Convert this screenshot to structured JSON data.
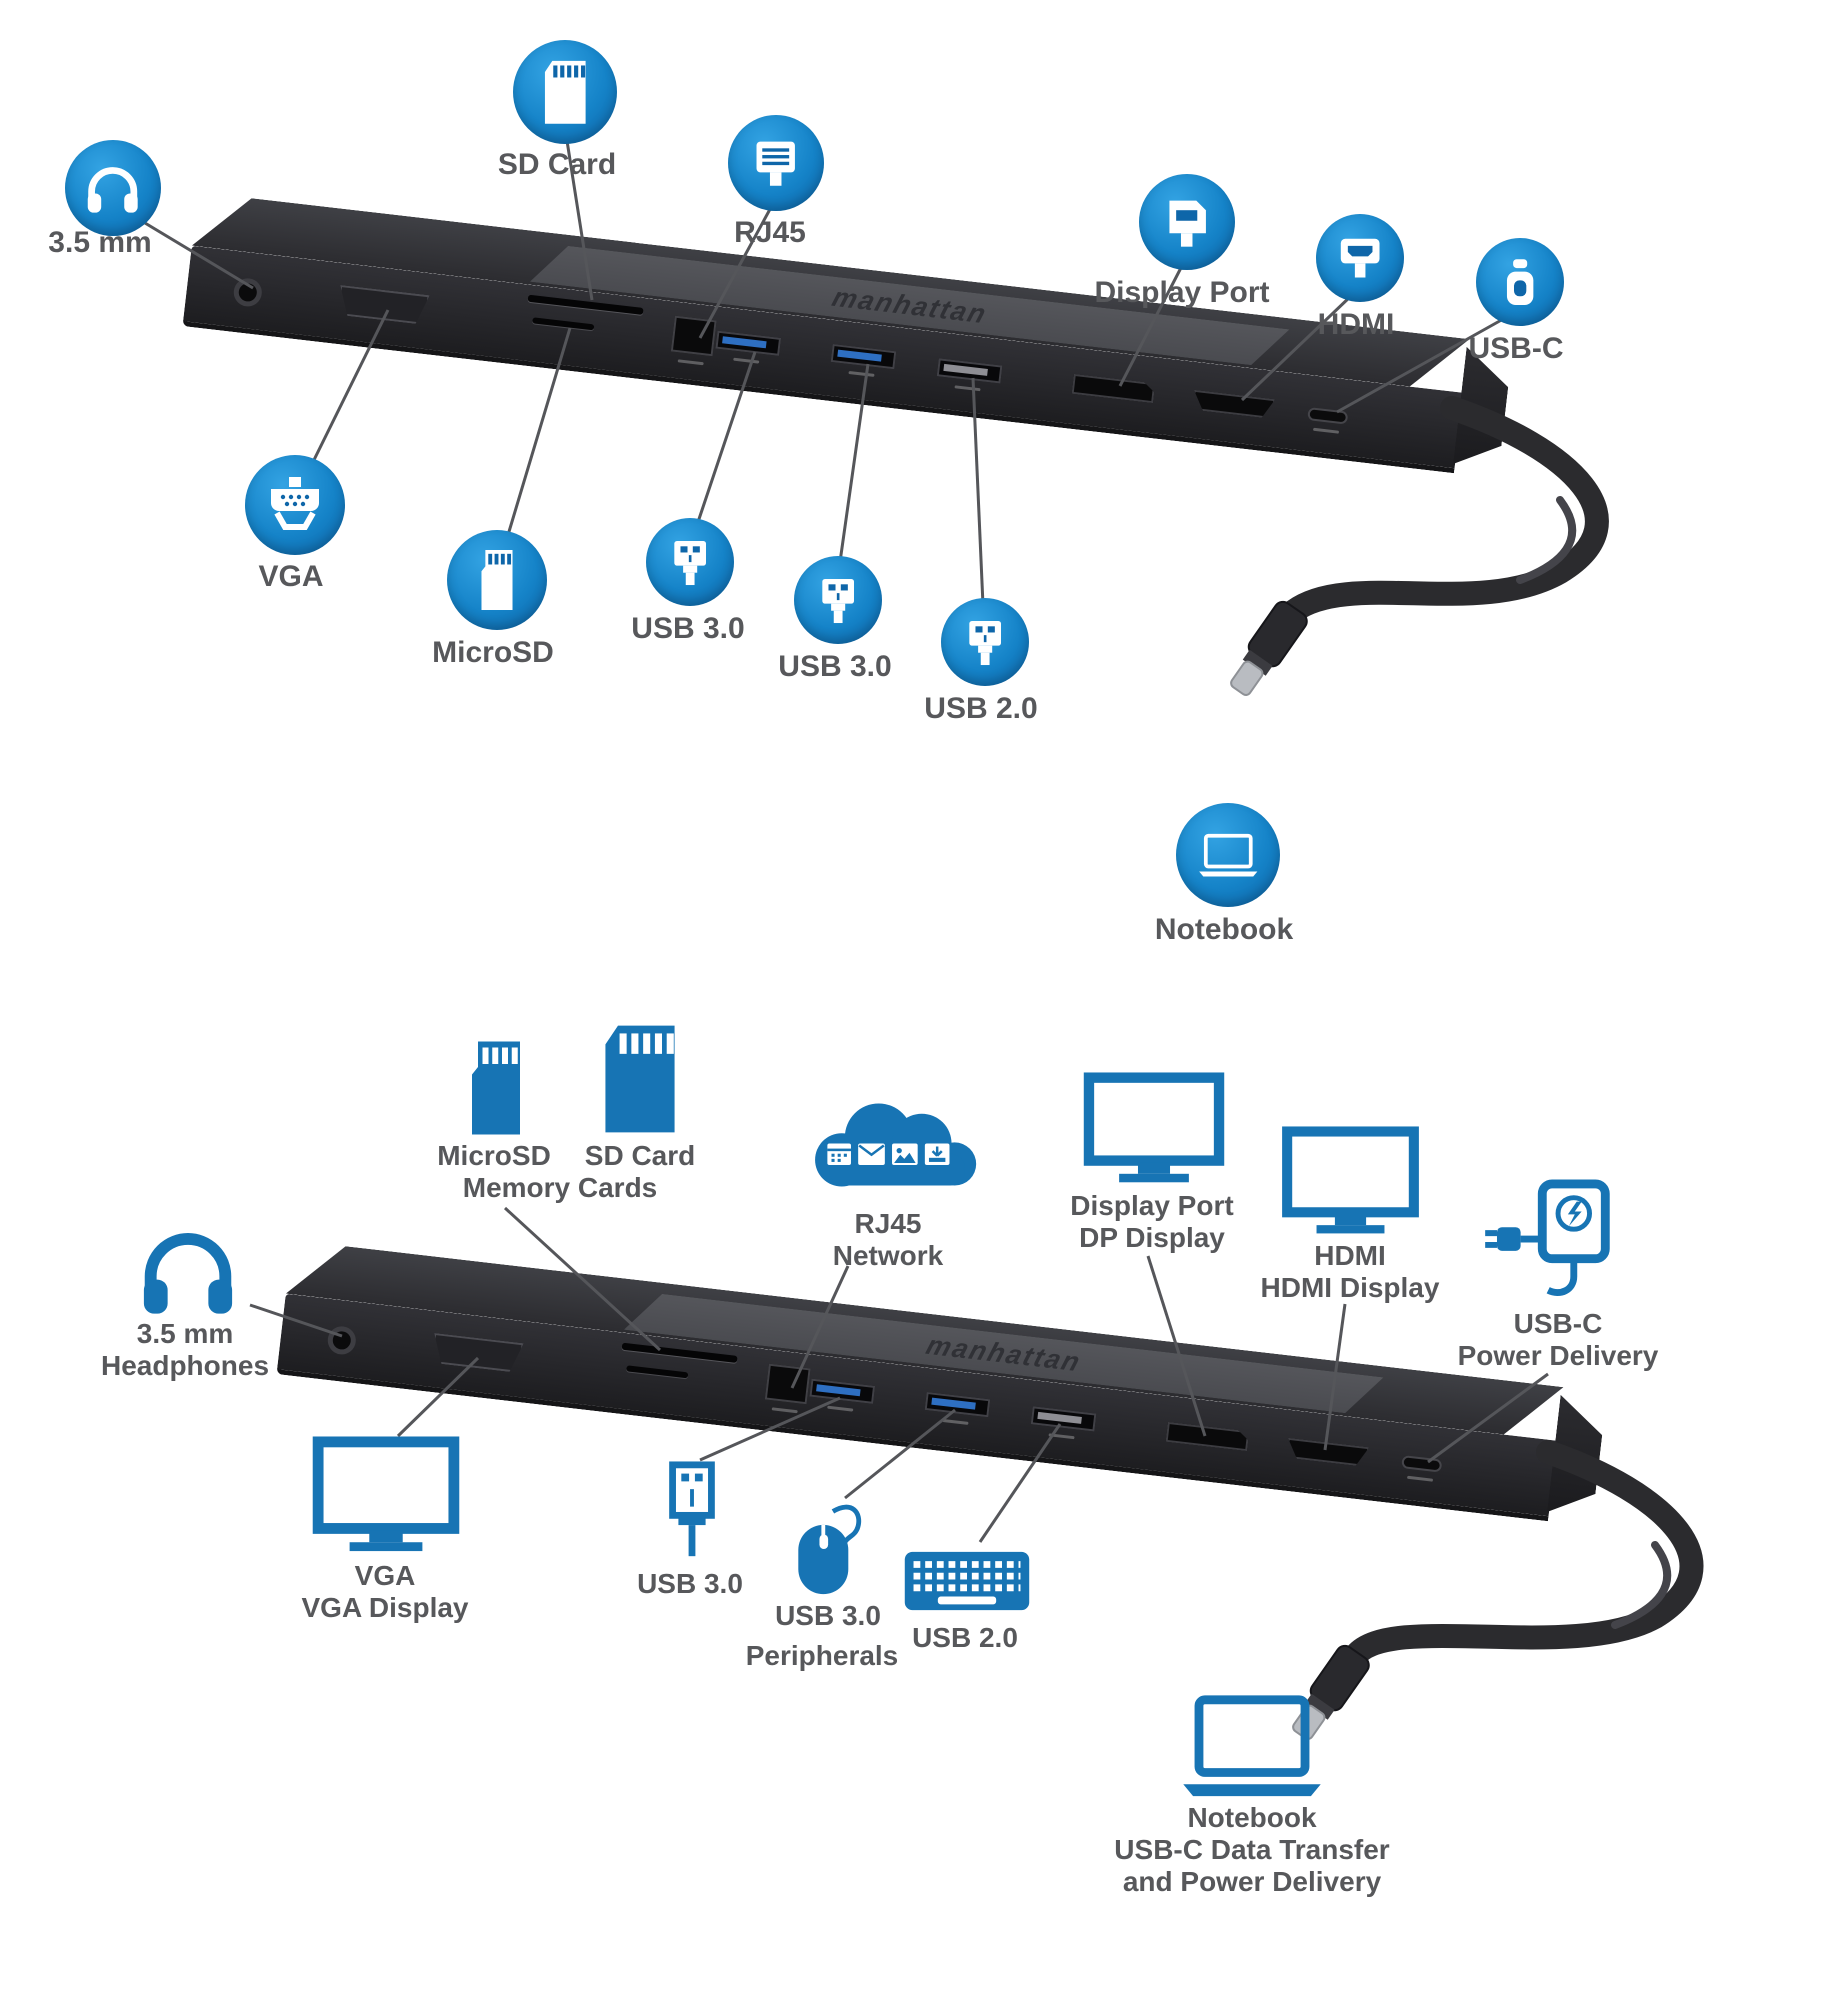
{
  "product": {
    "brand_logo": "manhattan"
  },
  "colors": {
    "badge_blue": "#1583c8",
    "icon_blue": "#1774b4",
    "label_gray": "#57585b",
    "dock_dark": "#2a2a2e",
    "usb3_tongue_blue": "#2e6fc2"
  },
  "icons": {
    "top": [
      "headphones-icon",
      "sd-card-icon",
      "rj45-icon",
      "displayport-icon",
      "hdmi-icon",
      "usb-c-icon",
      "vga-icon",
      "microsd-icon",
      "usb-a-icon",
      "notebook-icon"
    ],
    "bottom": [
      "headphones-icon",
      "microsd-card-icon",
      "sd-card-icon",
      "cloud-network-icon",
      "monitor-icon",
      "power-delivery-icon",
      "usb-plug-icon",
      "mouse-icon",
      "keyboard-icon",
      "notebook-icon"
    ]
  },
  "top_view": {
    "labels": {
      "jack": "3.5 mm",
      "sd": "SD Card",
      "rj45": "RJ45",
      "display_port": "Display Port",
      "hdmi": "HDMI",
      "usb_c": "USB-C",
      "vga": "VGA",
      "microsd": "MicroSD",
      "usb3_a": "USB 3.0",
      "usb3_b": "USB 3.0",
      "usb2": "USB 2.0",
      "notebook": "Notebook"
    }
  },
  "bottom_view": {
    "labels": {
      "headphones_1": "3.5 mm",
      "headphones_2": "Headphones",
      "memory_microsd": "MicroSD",
      "memory_sd": "SD Card",
      "memory_caption": "Memory Cards",
      "network_1": "RJ45",
      "network_2": "Network",
      "dp_1": "Display Port",
      "dp_2": "DP Display",
      "hdmi_1": "HDMI",
      "hdmi_2": "HDMI Display",
      "pd_1": "USB-C",
      "pd_2": "Power Delivery",
      "vga_1": "VGA",
      "vga_2": "VGA Display",
      "usb3_plug": "USB 3.0",
      "usb3_mouse": "USB 3.0",
      "usb2_kbd": "USB 2.0",
      "peripherals": "Peripherals",
      "notebook_1": "Notebook",
      "notebook_2": "USB-C Data Transfer",
      "notebook_3": "and Power Delivery"
    }
  }
}
